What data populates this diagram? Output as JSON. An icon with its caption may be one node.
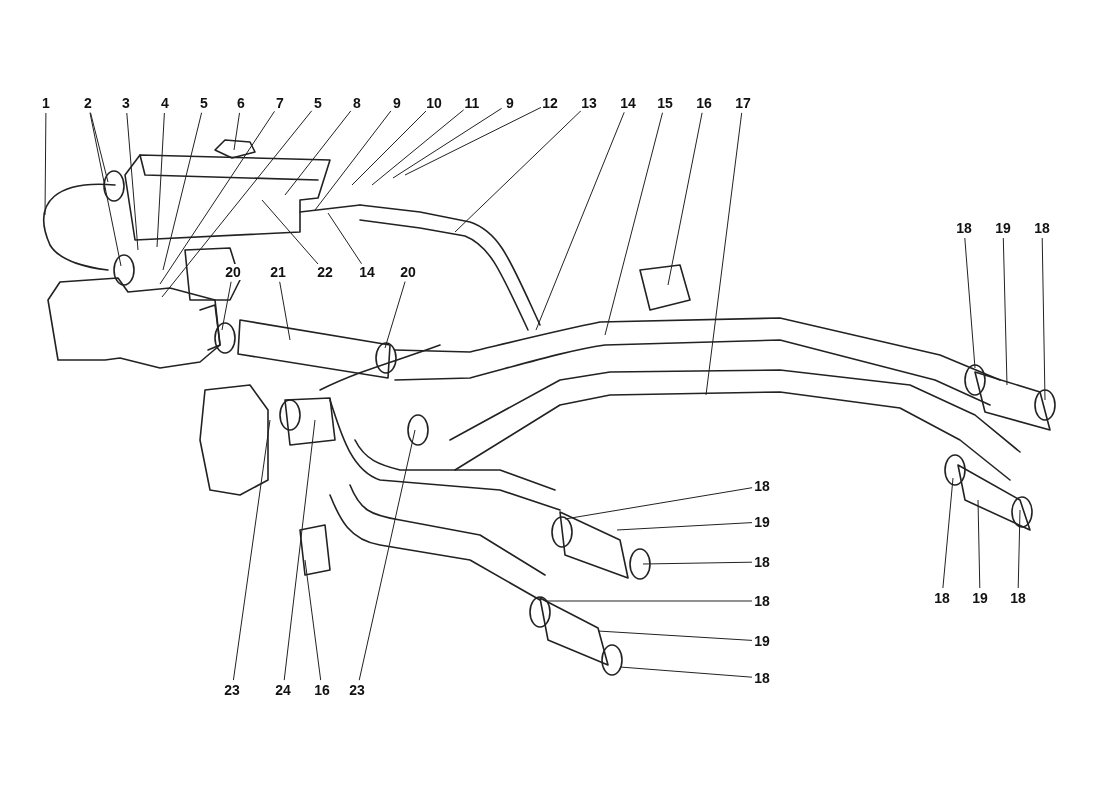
{
  "diagram": {
    "nodes": [
      {
        "text": [
          "1"
        ]
      },
      {
        "text": [
          "2"
        ]
      },
      {
        "text": [
          "3"
        ]
      },
      {
        "text": [
          "4"
        ]
      },
      {
        "text": [
          "5"
        ]
      },
      {
        "text": [
          "6"
        ]
      },
      {
        "text": [
          "7"
        ]
      },
      {
        "text": [
          "5"
        ]
      },
      {
        "text": [
          "8"
        ]
      },
      {
        "text": [
          "9"
        ]
      },
      {
        "text": [
          "10"
        ]
      },
      {
        "text": [
          "11"
        ]
      },
      {
        "text": [
          "9"
        ]
      },
      {
        "text": [
          "12"
        ]
      },
      {
        "text": [
          "13"
        ]
      },
      {
        "text": [
          "14"
        ]
      },
      {
        "text": [
          "15"
        ]
      },
      {
        "text": [
          "16"
        ]
      },
      {
        "text": [
          "17"
        ]
      },
      {
        "text": [
          "20"
        ]
      },
      {
        "text": [
          "21"
        ]
      },
      {
        "text": [
          "22"
        ]
      },
      {
        "text": [
          "14"
        ]
      },
      {
        "text": [
          "20"
        ]
      },
      {
        "text": [
          "18"
        ]
      },
      {
        "text": [
          "19"
        ]
      },
      {
        "text": [
          "18"
        ]
      },
      {
        "text": [
          "18"
        ]
      },
      {
        "text": [
          "19"
        ]
      },
      {
        "text": [
          "18"
        ]
      },
      {
        "text": [
          "18"
        ]
      },
      {
        "text": [
          "19"
        ]
      },
      {
        "text": [
          "18"
        ]
      },
      {
        "text": [
          "18"
        ]
      },
      {
        "text": [
          "19"
        ]
      },
      {
        "text": [
          "18"
        ]
      },
      {
        "text": [
          "23"
        ]
      },
      {
        "text": [
          "24"
        ]
      },
      {
        "text": [
          "16"
        ]
      },
      {
        "text": [
          "23"
        ]
      }
    ],
    "edges": [
      {
        "from": 0,
        "to": null,
        "arrow": "none"
      },
      {
        "from": 1,
        "to": null,
        "arrow": "none"
      },
      {
        "from": 1,
        "to": null,
        "arrow": "none"
      },
      {
        "from": 2,
        "to": null,
        "arrow": "none"
      },
      {
        "from": 3,
        "to": null,
        "arrow": "none"
      },
      {
        "from": 4,
        "to": null,
        "arrow": "none"
      },
      {
        "from": 5,
        "to": null,
        "arrow": "none"
      },
      {
        "from": 6,
        "to": null,
        "arrow": "none"
      },
      {
        "from": 7,
        "to": null,
        "arrow": "none"
      },
      {
        "from": 8,
        "to": null,
        "arrow": "none"
      },
      {
        "from": 9,
        "to": null,
        "arrow": "none"
      },
      {
        "from": 10,
        "to": null,
        "arrow": "none"
      },
      {
        "from": 11,
        "to": null,
        "arrow": "none"
      },
      {
        "from": 12,
        "to": null,
        "arrow": "none"
      },
      {
        "from": 13,
        "to": null,
        "arrow": "none"
      },
      {
        "from": 14,
        "to": null,
        "arrow": "none"
      },
      {
        "from": 15,
        "to": null,
        "arrow": "none"
      },
      {
        "from": 16,
        "to": null,
        "arrow": "none"
      },
      {
        "from": 17,
        "to": null,
        "arrow": "none"
      },
      {
        "from": 18,
        "to": null,
        "arrow": "none"
      },
      {
        "from": 19,
        "to": null,
        "arrow": "none"
      },
      {
        "from": 20,
        "to": null,
        "arrow": "none"
      },
      {
        "from": 21,
        "to": null,
        "arrow": "none"
      },
      {
        "from": 22,
        "to": null,
        "arrow": "none"
      },
      {
        "from": 23,
        "to": null,
        "arrow": "none"
      },
      {
        "from": 24,
        "to": null,
        "arrow": "none"
      },
      {
        "from": 25,
        "to": null,
        "arrow": "none"
      },
      {
        "from": 26,
        "to": null,
        "arrow": "none"
      },
      {
        "from": 27,
        "to": null,
        "arrow": "none"
      },
      {
        "from": 28,
        "to": null,
        "arrow": "none"
      },
      {
        "from": 29,
        "to": null,
        "arrow": "none"
      },
      {
        "from": 30,
        "to": null,
        "arrow": "none"
      },
      {
        "from": 31,
        "to": null,
        "arrow": "none"
      },
      {
        "from": 32,
        "to": null,
        "arrow": "none"
      },
      {
        "from": 33,
        "to": null,
        "arrow": "none"
      },
      {
        "from": 34,
        "to": null,
        "arrow": "none"
      },
      {
        "from": 35,
        "to": null,
        "arrow": "none"
      },
      {
        "from": 36,
        "to": null,
        "arrow": "none"
      },
      {
        "from": 37,
        "to": null,
        "arrow": "none"
      },
      {
        "from": 38,
        "to": null,
        "arrow": "none"
      },
      {
        "from": 39,
        "to": null,
        "arrow": "none"
      }
    ]
  }
}
